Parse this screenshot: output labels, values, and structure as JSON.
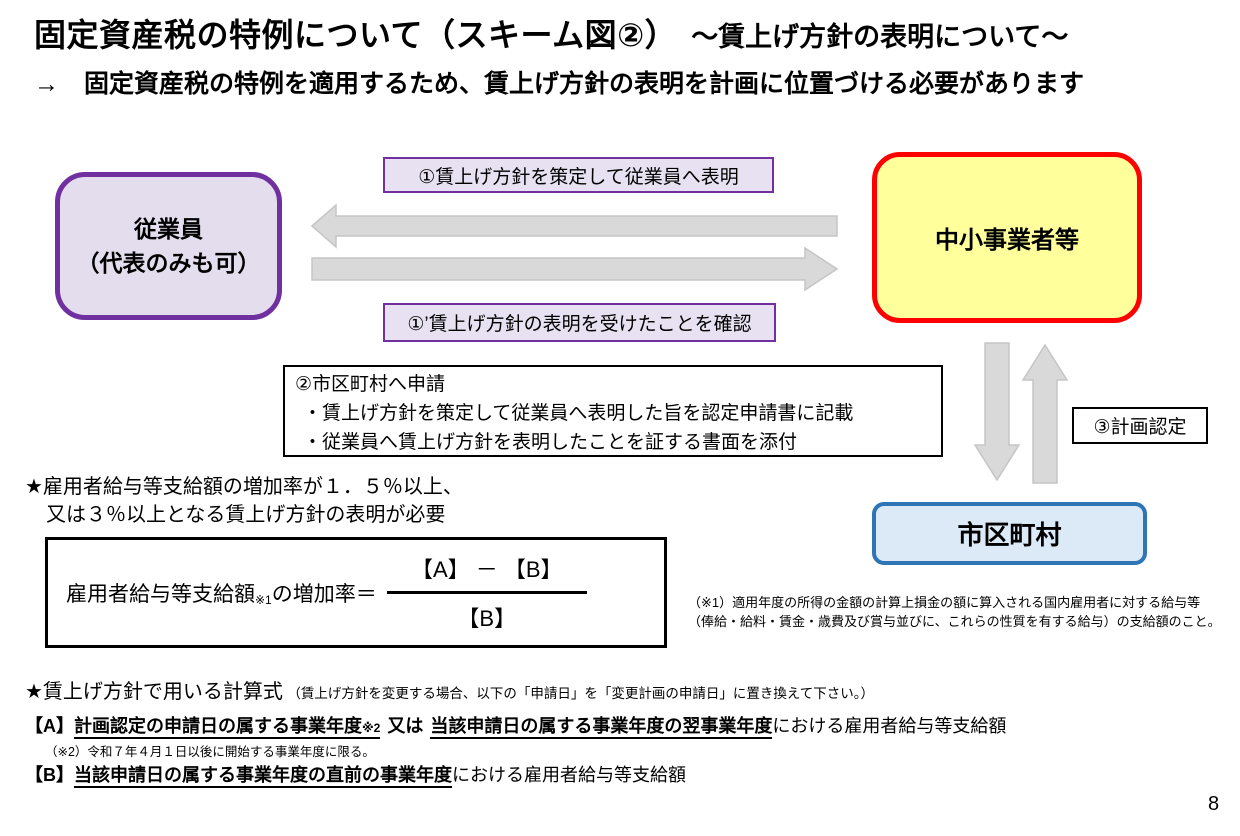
{
  "header": {
    "title_main": "固定資産税の特例について（スキーム図②）",
    "title_sub": "～賃上げ方針の表明について～",
    "lead": "→　固定資産税の特例を適用するため、賃上げ方針の表明を計画に位置づける必要があります"
  },
  "diagram": {
    "employee_line1": "従業員",
    "employee_line2": "（代表のみも可）",
    "company": "中小事業者等",
    "municipality": "市区町村",
    "step1": "①賃上げ方針を策定して従業員へ表明",
    "step1_dash": "①’賃上げ方針の表明を受けたことを確認",
    "step2_title": "②市区町村へ申請",
    "step2_item1": "・賃上げ方針を策定して従業員へ表明した旨を認定申請書に記載",
    "step2_item2": "・従業員へ賃上げ方針を表明したことを証する書面を添付",
    "step3": "③計画認定"
  },
  "requirement": {
    "line1": "★雇用者給与等支給額の増加率が１．５％以上、",
    "line2": "又は３％以上となる賃上げ方針の表明が必要"
  },
  "formula": {
    "label_main": "雇用者給与等支給額",
    "label_ref": "※1",
    "label_tail": "の増加率＝",
    "numerator": "【A】 － 【B】",
    "denominator": "【B】"
  },
  "notes": {
    "note1_line1": "（※1）適用年度の所得の金額の計算上損金の額に算入される国内雇用者に対する給与等",
    "note1_line2": "（俸給・給料・賃金・歳費及び賞与並びに、これらの性質を有する給与）の支給額のこと。",
    "note2": "（※2）令和７年４月１日以後に開始する事業年度に限る。"
  },
  "calc": {
    "heading": "★賃上げ方針で用いる計算式",
    "heading_note": "（賃上げ方針を変更する場合、以下の「申請日」を「変更計画の申請日」に置き換えて下さい。）",
    "a_label": "【A】",
    "a_u1": "計画認定の申請日の属する事業年度",
    "a_ref": "※2",
    "a_mid": "又は",
    "a_u2": "当該申請日の属する事業年度の翌事業年度",
    "a_tail": "における雇用者給与等支給額",
    "b_label": "【B】",
    "b_u1": "当該申請日の属する事業年度の直前の事業年度",
    "b_tail": "における雇用者給与等支給額"
  },
  "page_number": "8",
  "colors": {
    "employee_fill": "#E4DDEE",
    "employee_border": "#7030A0",
    "company_fill": "#FFFF9C",
    "company_border": "#FF0000",
    "municipality_fill": "#DCE9F6",
    "municipality_border": "#2E75B6",
    "step_label_fill": "#E7E1F1",
    "step_label_border": "#7030A0",
    "arrow_fill": "#D9D9D9",
    "arrow_stroke": "#C5C5C5"
  }
}
